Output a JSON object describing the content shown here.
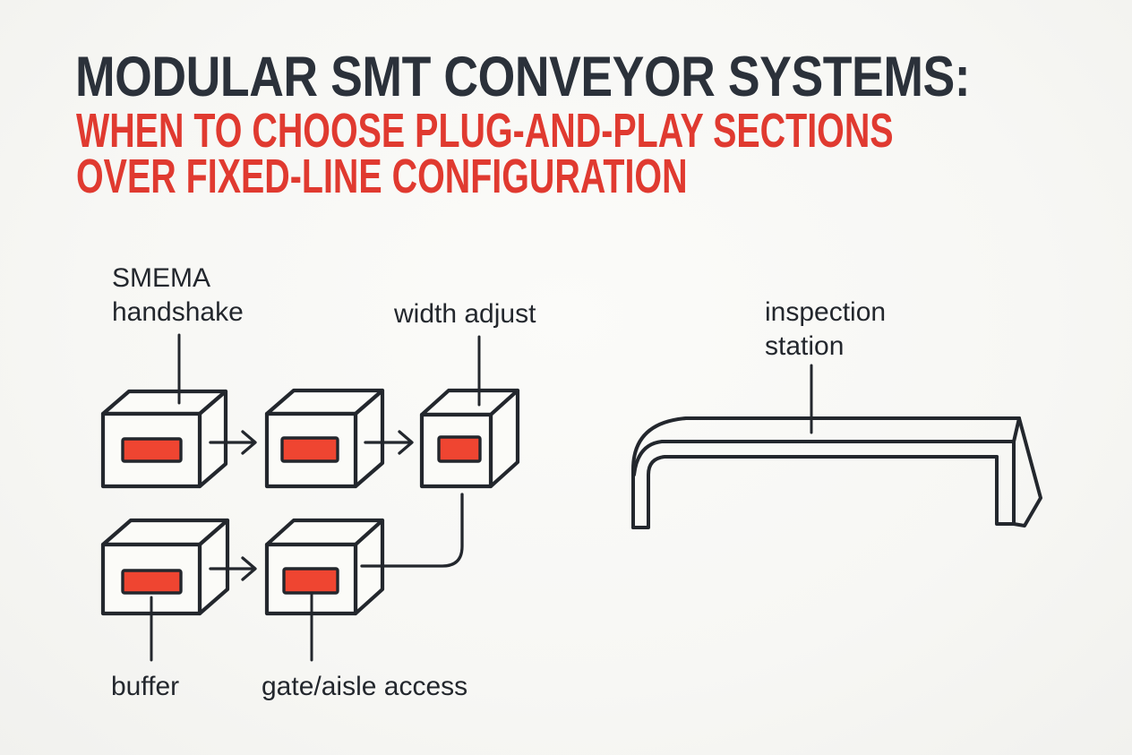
{
  "header": {
    "title": "MODULAR SMT CONVEYOR SYSTEMS:",
    "subtitle_line1": "WHEN TO CHOOSE PLUG-AND-PLAY SECTIONS",
    "subtitle_line2": "OVER FIXED-LINE CONFIGURATION"
  },
  "diagram": {
    "labels": {
      "smema_line1": "SMEMA",
      "smema_line2": "handshake",
      "width_adjust": "width adjust",
      "inspection_line1": "inspection",
      "inspection_line2": "station",
      "buffer": "buffer",
      "gate_aisle": "gate/aisle access"
    },
    "flow": {
      "top_row_modules": [
        "SMEMA handshake",
        "unlabeled module",
        "width adjust"
      ],
      "bottom_row_modules": [
        "buffer",
        "gate/aisle access"
      ],
      "connections": [
        "SMEMA handshake -> module 2",
        "module 2 -> width adjust",
        "buffer -> gate/aisle access",
        "gate/aisle access -> width adjust (elbow connector)"
      ],
      "standalone": "inspection station bench"
    }
  },
  "colors": {
    "background": "#f7f7f4",
    "title_dark": "#2b313a",
    "accent_red_text": "#e03a30",
    "module_red_panel": "#ef4531",
    "line_dark": "#23272d"
  }
}
